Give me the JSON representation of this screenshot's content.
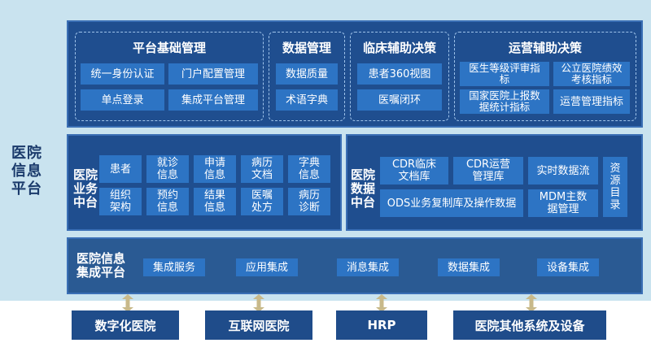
{
  "side_label": "医院\n信息\n平台",
  "top": {
    "platform_mgmt": {
      "title": "平台基础管理",
      "items": [
        "统一身份认证",
        "门户配置管理",
        "单点登录",
        "集成平台管理"
      ]
    },
    "data_mgmt": {
      "title": "数据管理",
      "items": [
        "数据质量",
        "术语字典"
      ]
    },
    "clinical": {
      "title": "临床辅助决策",
      "items": [
        "患者360视图",
        "医嘱闭环"
      ]
    },
    "ops": {
      "title": "运营辅助决策",
      "items": [
        "医生等级评审指标",
        "公立医院绩效考核指标",
        "国家医院上报数据统计指标",
        "运营管理指标"
      ]
    }
  },
  "biz_center": {
    "title": "医院业务中台",
    "items": [
      "患者",
      "就诊信息",
      "申请信息",
      "病历文档",
      "字典信息",
      "组织架构",
      "预约信息",
      "结果信息",
      "医嘱处方",
      "病历诊断"
    ]
  },
  "data_center": {
    "title": "医院数据中台",
    "items": [
      "CDR临床文档库",
      "CDR运营管理库",
      "实时数据流",
      "ODS业务复制库及操作数据",
      "MDM主数据管理",
      "资源目录"
    ]
  },
  "integration": {
    "title": "医院信息集成平台",
    "items": [
      "集成服务",
      "应用集成",
      "消息集成",
      "数据集成",
      "设备集成"
    ]
  },
  "bottom": [
    "数字化医院",
    "互联网医院",
    "HRP",
    "医院其他系统及设备"
  ],
  "colors": {
    "panel": "#1f4e8f",
    "chip": "#2d74c4",
    "band": "#c9e3ef",
    "arrow": "#c8b98a"
  }
}
